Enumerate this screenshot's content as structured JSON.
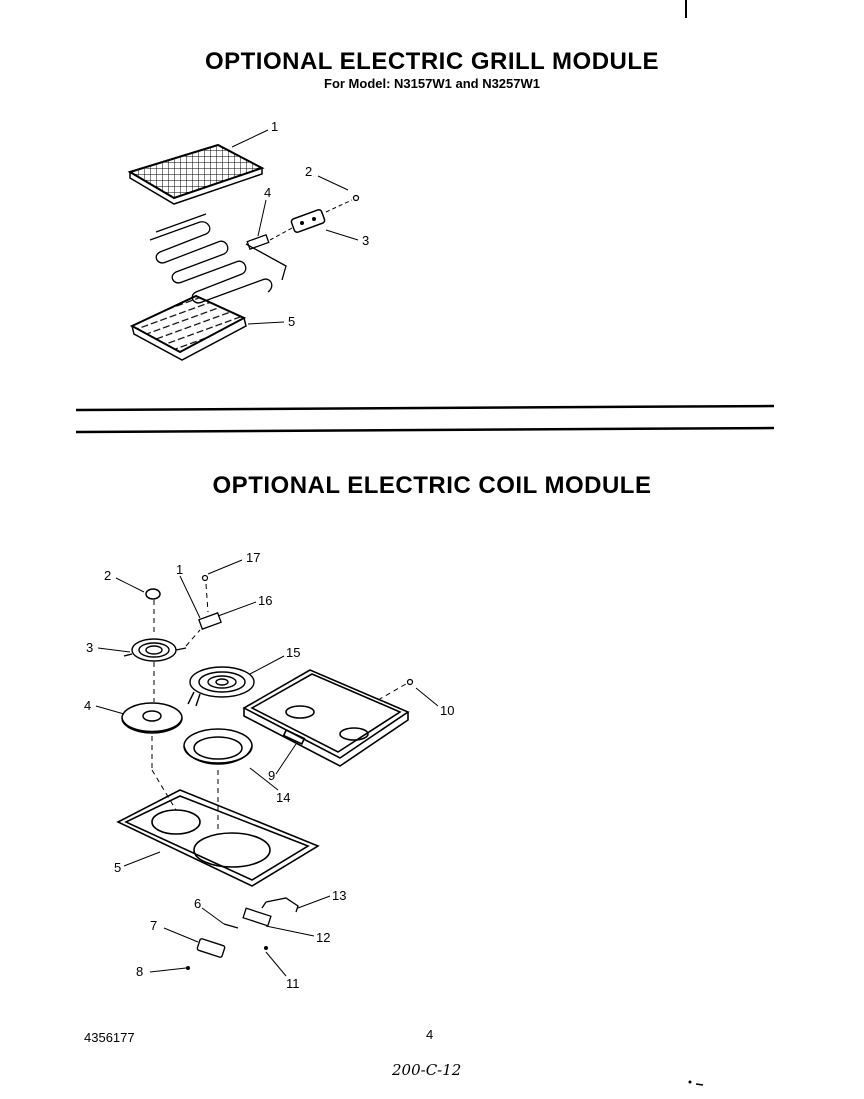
{
  "grill_section": {
    "title": "OPTIONAL ELECTRIC GRILL MODULE",
    "subtitle": "For Model: N3157W1 and N3257W1",
    "callouts": [
      "1",
      "2",
      "3",
      "4",
      "5"
    ]
  },
  "coil_section": {
    "title": "OPTIONAL ELECTRIC COIL MODULE",
    "callouts": [
      "1",
      "2",
      "3",
      "4",
      "5",
      "6",
      "7",
      "8",
      "9",
      "10",
      "11",
      "12",
      "13",
      "14",
      "15",
      "16",
      "17"
    ]
  },
  "footer": {
    "part_number": "4356177",
    "page_number": "4",
    "handwritten_note": "200-C-12"
  }
}
